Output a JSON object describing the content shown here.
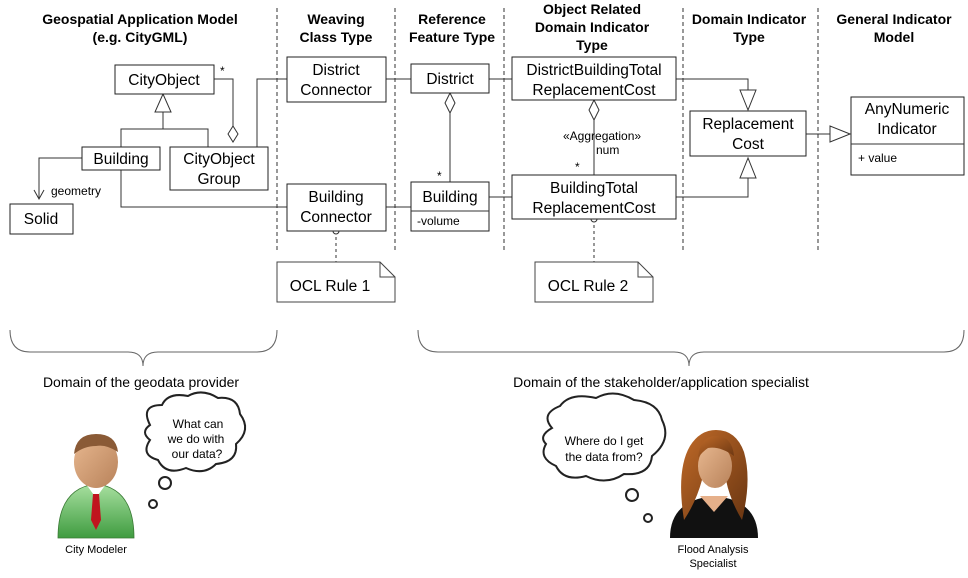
{
  "headers": {
    "col1": [
      "Geospatial Application Model",
      "(e.g. CityGML)"
    ],
    "col2": [
      "Weaving",
      "Class Type"
    ],
    "col3": [
      "Reference",
      "Feature Type"
    ],
    "col4": [
      "Object Related",
      "Domain Indicator",
      "Type"
    ],
    "col5": [
      "Domain Indicator",
      "Type"
    ],
    "col6": [
      "General Indicator",
      "Model"
    ]
  },
  "boxes": {
    "city_object": "CityObject",
    "building": "Building",
    "city_object_group": [
      "CityObject",
      "Group"
    ],
    "solid": "Solid",
    "district_connector": [
      "District",
      "Connector"
    ],
    "building_connector": [
      "Building",
      "Connector"
    ],
    "district": "District",
    "building_ref": "Building",
    "building_ref_attr": "-volume",
    "district_building_cost": [
      "DistrictBuildingTotal",
      "ReplacementCost"
    ],
    "building_total_cost": [
      "BuildingTotal",
      "ReplacementCost"
    ],
    "replacement_cost": [
      "Replacement",
      "Cost"
    ],
    "any_numeric": [
      "AnyNumeric",
      "Indicator"
    ],
    "any_numeric_attr": "+ value"
  },
  "labels": {
    "geometry": "geometry",
    "star": "*",
    "aggregation": "«Aggregation»",
    "num": "num"
  },
  "notes": {
    "ocl1": "OCL Rule 1",
    "ocl2": "OCL Rule 2"
  },
  "domains": {
    "provider": "Domain of the geodata provider",
    "stakeholder": "Domain of the stakeholder/application specialist"
  },
  "people": {
    "modeler_bubble": [
      "What can",
      "we do with",
      "our data?"
    ],
    "modeler_caption": "City Modeler",
    "analyst_bubble": [
      "Where do I get",
      "the data from?"
    ],
    "analyst_caption": [
      "Flood Analysis",
      "Specialist"
    ]
  }
}
